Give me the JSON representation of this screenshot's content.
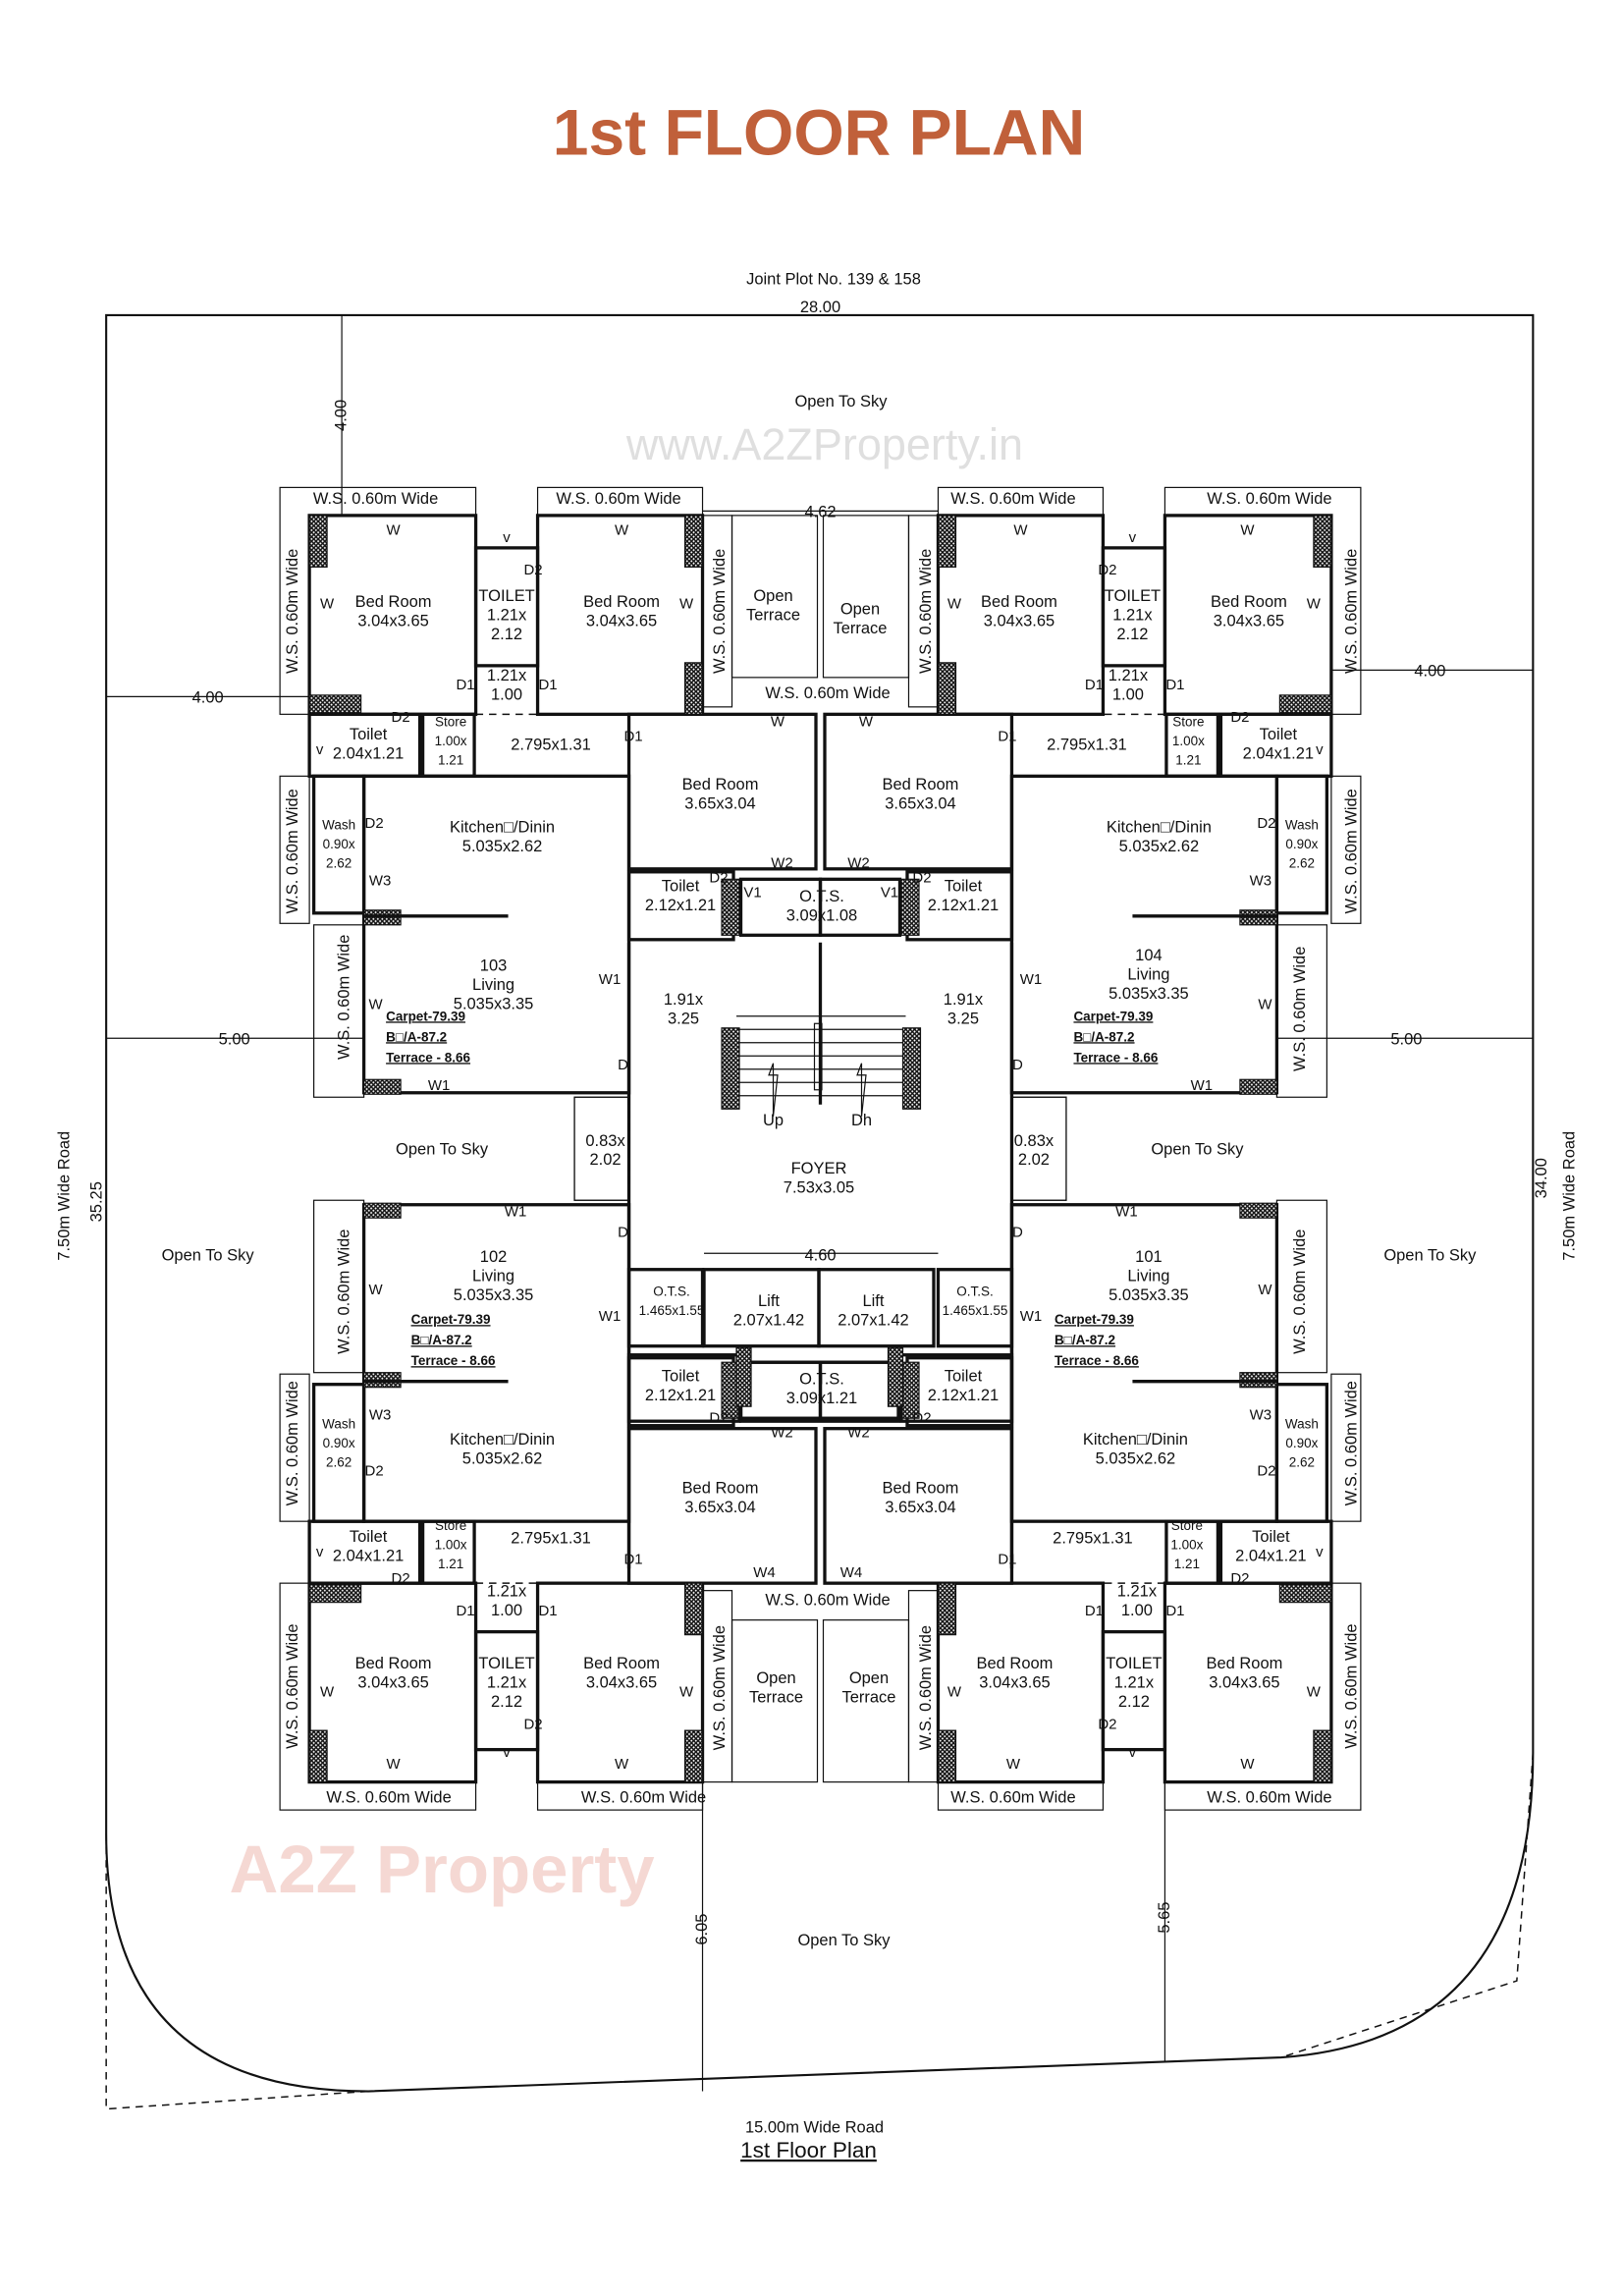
{
  "title": "1st FLOOR PLAN",
  "plot_label": "Joint Plot No. 139 & 158",
  "footer": {
    "road": "15.00m Wide Road",
    "plan_title": "1st Floor Plan"
  },
  "roads": {
    "left": "7.50m Wide Road",
    "right": "7.50m Wide Road"
  },
  "dims": {
    "top": "28.00",
    "top_setback": "4.00",
    "left_setback": "4.00",
    "right_setback": "4.00",
    "left_side": "5.00",
    "right_side": "5.00",
    "left_length": "35.25",
    "right_length": "34.00",
    "front_left": "6.05",
    "front_right": "5.65",
    "terrace_width": "4.62",
    "lift_width": "4.60"
  },
  "open_to_sky": "Open To Sky",
  "ws_label": "W.S. 0.60m Wide",
  "watermark": {
    "site": "www.A2ZProperty.in",
    "brand": "A2Z Property"
  },
  "colors": {
    "title": "#c0603a",
    "lines": "#111111"
  },
  "core": {
    "open_terrace": [
      "Open",
      "Terrace"
    ],
    "ots_top": [
      "O.T.S.",
      "3.09x1.08"
    ],
    "passage_left": [
      "1.91x",
      "3.25"
    ],
    "passage_right": [
      "1.91x",
      "3.25"
    ],
    "balcony_left": [
      "0.83x",
      "2.02"
    ],
    "balcony_right": [
      "0.83x",
      "2.02"
    ],
    "stairs": {
      "up": "Up",
      "down": "Dh"
    },
    "foyer": [
      "FOYER",
      "7.53x3.05"
    ],
    "lift_left": [
      "Lift",
      "2.07x1.42"
    ],
    "lift_right": [
      "Lift",
      "2.07x1.42"
    ],
    "ots_bottom": [
      "O.T.S.",
      "3.09x1.21"
    ]
  },
  "units": [
    {
      "number": "103",
      "rooms": [
        {
          "lines": [
            "Bed Room",
            "3.04x3.65"
          ]
        },
        {
          "lines": [
            "TOILET",
            "1.21x",
            "2.12"
          ]
        },
        {
          "lines": [
            "1.21x",
            "1.00"
          ]
        },
        {
          "lines": [
            "Bed Room",
            "3.04x3.65"
          ]
        },
        {
          "lines": [
            "Toilet",
            "2.04x1.21"
          ]
        },
        {
          "lines": [
            "Store",
            "1.00x",
            "1.21"
          ]
        },
        {
          "lines": [
            "2.795x1.31"
          ]
        },
        {
          "lines": [
            "Bed Room",
            "3.65x3.04"
          ]
        },
        {
          "lines": [
            "Wash",
            "0.90x",
            "2.62"
          ]
        },
        {
          "lines": [
            "Kitchen□/Dinin",
            "5.035x2.62"
          ]
        },
        {
          "lines": [
            "103",
            "Living",
            "5.035x3.35"
          ]
        },
        {
          "lines": [
            "Toilet",
            "2.12x1.21"
          ]
        }
      ],
      "areas": [
        "Carpet-79.39",
        "B□/A-87.2",
        "Terrace - 8.66"
      ]
    },
    {
      "number": "104",
      "rooms": [
        {
          "lines": [
            "Bed Room",
            "3.04x3.65"
          ]
        },
        {
          "lines": [
            "TOILET",
            "1.21x",
            "2.12"
          ]
        },
        {
          "lines": [
            "1.21x",
            "1.00"
          ]
        },
        {
          "lines": [
            "Bed Room",
            "3.04x3.65"
          ]
        },
        {
          "lines": [
            "Toilet",
            "2.04x1.21"
          ]
        },
        {
          "lines": [
            "Store",
            "1.00x",
            "1.21"
          ]
        },
        {
          "lines": [
            "2.795x1.31"
          ]
        },
        {
          "lines": [
            "Bed Room",
            "3.65x3.04"
          ]
        },
        {
          "lines": [
            "Wash",
            "0.90x",
            "2.62"
          ]
        },
        {
          "lines": [
            "Kitchen□/Dinin",
            "5.035x2.62"
          ]
        },
        {
          "lines": [
            "104",
            "Living",
            "5.035x3.35"
          ]
        },
        {
          "lines": [
            "Toilet",
            "2.12x1.21"
          ]
        }
      ],
      "areas": [
        "Carpet-79.39",
        "B□/A-87.2",
        "Terrace - 8.66"
      ]
    },
    {
      "number": "102",
      "rooms": [
        {
          "lines": [
            "Bed Room",
            "3.04x3.65"
          ]
        },
        {
          "lines": [
            "TOILET",
            "1.21x",
            "2.12"
          ]
        },
        {
          "lines": [
            "1.21x",
            "1.00"
          ]
        },
        {
          "lines": [
            "Bed Room",
            "3.04x3.65"
          ]
        },
        {
          "lines": [
            "Toilet",
            "2.04x1.21"
          ]
        },
        {
          "lines": [
            "Store",
            "1.00x",
            "1.21"
          ]
        },
        {
          "lines": [
            "2.795x1.31"
          ]
        },
        {
          "lines": [
            "Bed Room",
            "3.65x3.04"
          ]
        },
        {
          "lines": [
            "Wash",
            "0.90x",
            "2.62"
          ]
        },
        {
          "lines": [
            "Kitchen□/Dinin",
            "5.035x2.62"
          ]
        },
        {
          "lines": [
            "102",
            "Living",
            "5.035x3.35"
          ]
        },
        {
          "lines": [
            "Toilet",
            "2.12x1.21"
          ]
        },
        {
          "lines": [
            "O.T.S.",
            "1.465x1.55"
          ]
        }
      ],
      "areas": [
        "Carpet-79.39",
        "B□/A-87.2",
        "Terrace - 8.66"
      ]
    },
    {
      "number": "101",
      "rooms": [
        {
          "lines": [
            "Bed Room",
            "3.04x3.65"
          ]
        },
        {
          "lines": [
            "TOILET",
            "1.21x",
            "2.12"
          ]
        },
        {
          "lines": [
            "1.21x",
            "1.00"
          ]
        },
        {
          "lines": [
            "Bed Room",
            "3.04x3.65"
          ]
        },
        {
          "lines": [
            "Toilet",
            "2.04x1.21"
          ]
        },
        {
          "lines": [
            "Store",
            "1.00x",
            "1.21"
          ]
        },
        {
          "lines": [
            "2.795x1.31"
          ]
        },
        {
          "lines": [
            "Bed Room",
            "3.65x3.04"
          ]
        },
        {
          "lines": [
            "Wash",
            "0.90x",
            "2.62"
          ]
        },
        {
          "lines": [
            "Kitchen□/Dinin",
            "5.035x2.62"
          ]
        },
        {
          "lines": [
            "101",
            "Living",
            "5.035x3.35"
          ]
        },
        {
          "lines": [
            "Toilet",
            "2.12x1.21"
          ]
        },
        {
          "lines": [
            "O.T.S.",
            "1.465x1.55"
          ]
        }
      ],
      "areas": [
        "Carpet-79.39",
        "B□/A-87.2",
        "Terrace - 8.66"
      ]
    }
  ],
  "tags": {
    "window": "W",
    "window1": "W1",
    "window2": "W2",
    "window3": "W3",
    "window4": "W4",
    "door": "D",
    "door1": "D1",
    "door2": "D2",
    "vent": "v",
    "vent1": "V1"
  }
}
